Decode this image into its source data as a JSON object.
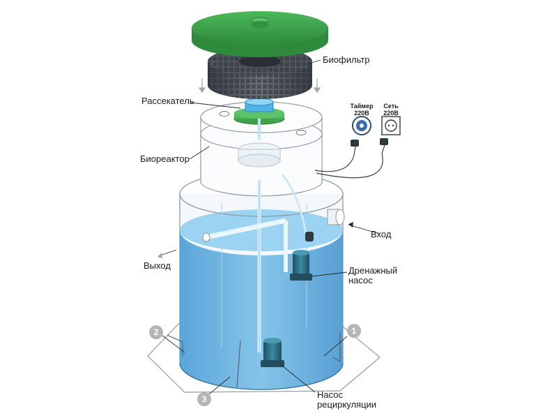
{
  "labels": {
    "biofilter": "Биофильтр",
    "splitter": "Рассекатель",
    "bioreactor": "Биореактор",
    "inlet": "Вход",
    "outlet": "Выход",
    "drain_pump_line1": "Дренажный",
    "drain_pump_line2": "насос",
    "recirc_pump_line1": "Насос",
    "recirc_pump_line2": "рециркуляции",
    "timer_line1": "Таймер",
    "timer_line2": "220В",
    "mains_line1": "Сеть",
    "mains_line2": "220В"
  },
  "markers": {
    "m1": "1",
    "m2": "2",
    "m3": "3"
  },
  "colors": {
    "lid": "#3fa34d",
    "biofilter": "#4a4f57",
    "water": "#5aa9dc",
    "tank_outline": "#9aa7b2",
    "pump": "#2f6c80",
    "splitter_blue": "#4fb3e6"
  }
}
